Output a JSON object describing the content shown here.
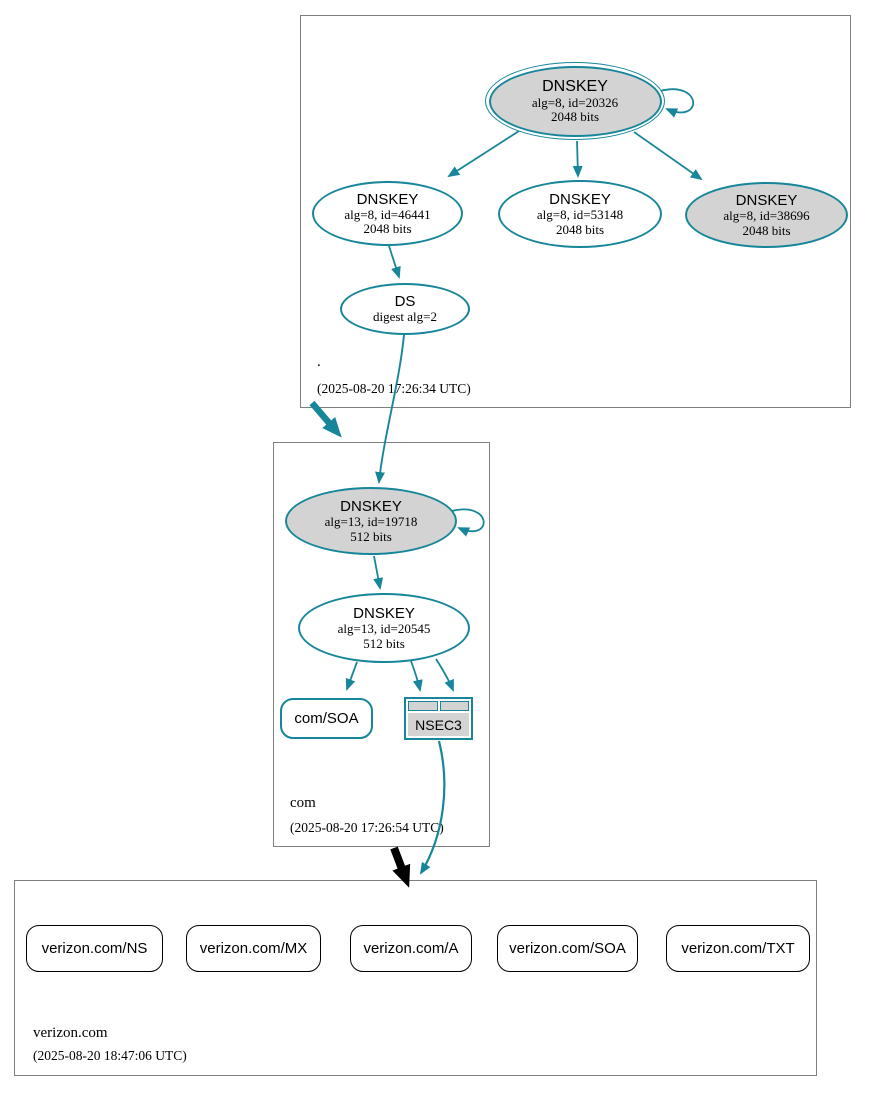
{
  "colors": {
    "accent_teal": "#17869a",
    "node_fill_gray": "#d3d3d3",
    "zone_border_gray": "#7f7f7f",
    "insecure_delegation_black": "#000000"
  },
  "zones": {
    "root": {
      "label": ".",
      "timestamp": "(2025-08-20 17:26:34 UTC)",
      "nodes": {
        "ksk": {
          "type": "DNSKEY",
          "detail1": "alg=8, id=20326",
          "detail2": "2048 bits"
        },
        "zsk1": {
          "type": "DNSKEY",
          "detail1": "alg=8, id=46441",
          "detail2": "2048 bits"
        },
        "zsk2": {
          "type": "DNSKEY",
          "detail1": "alg=8, id=53148",
          "detail2": "2048 bits"
        },
        "zsk3": {
          "type": "DNSKEY",
          "detail1": "alg=8, id=38696",
          "detail2": "2048 bits"
        },
        "ds": {
          "type": "DS",
          "detail1": "digest alg=2"
        }
      }
    },
    "com": {
      "label": "com",
      "timestamp": "(2025-08-20 17:26:54 UTC)",
      "nodes": {
        "ksk": {
          "type": "DNSKEY",
          "detail1": "alg=13, id=19718",
          "detail2": "512 bits"
        },
        "zsk": {
          "type": "DNSKEY",
          "detail1": "alg=13, id=20545",
          "detail2": "512 bits"
        },
        "soa": {
          "label": "com/SOA"
        },
        "nsec3": {
          "label": "NSEC3"
        }
      }
    },
    "verizon": {
      "label": "verizon.com",
      "timestamp": "(2025-08-20 18:47:06 UTC)",
      "rrsets": [
        {
          "label": "verizon.com/NS"
        },
        {
          "label": "verizon.com/MX"
        },
        {
          "label": "verizon.com/A"
        },
        {
          "label": "verizon.com/SOA"
        },
        {
          "label": "verizon.com/TXT"
        }
      ]
    }
  },
  "edges": [
    {
      "from": "dnskey-20326",
      "to": "dnskey-20326",
      "kind": "self-sign"
    },
    {
      "from": "dnskey-20326",
      "to": "dnskey-46441",
      "kind": "sign"
    },
    {
      "from": "dnskey-20326",
      "to": "dnskey-53148",
      "kind": "sign"
    },
    {
      "from": "dnskey-20326",
      "to": "dnskey-38696",
      "kind": "sign"
    },
    {
      "from": "dnskey-46441",
      "to": "ds-root",
      "kind": "sign"
    },
    {
      "from": "ds-root",
      "to": "dnskey-19718",
      "kind": "ds-link"
    },
    {
      "from": "zone-root",
      "to": "zone-com",
      "kind": "secure-delegation"
    },
    {
      "from": "dnskey-19718",
      "to": "dnskey-19718",
      "kind": "self-sign"
    },
    {
      "from": "dnskey-19718",
      "to": "dnskey-20545",
      "kind": "sign"
    },
    {
      "from": "dnskey-20545",
      "to": "com-soa",
      "kind": "sign"
    },
    {
      "from": "dnskey-20545",
      "to": "nsec3",
      "kind": "sign"
    },
    {
      "from": "dnskey-20545",
      "to": "nsec3",
      "kind": "sign"
    },
    {
      "from": "nsec3",
      "to": "zone-verizon",
      "kind": "nsec3-proof"
    },
    {
      "from": "zone-com",
      "to": "zone-verizon",
      "kind": "insecure-delegation"
    }
  ]
}
